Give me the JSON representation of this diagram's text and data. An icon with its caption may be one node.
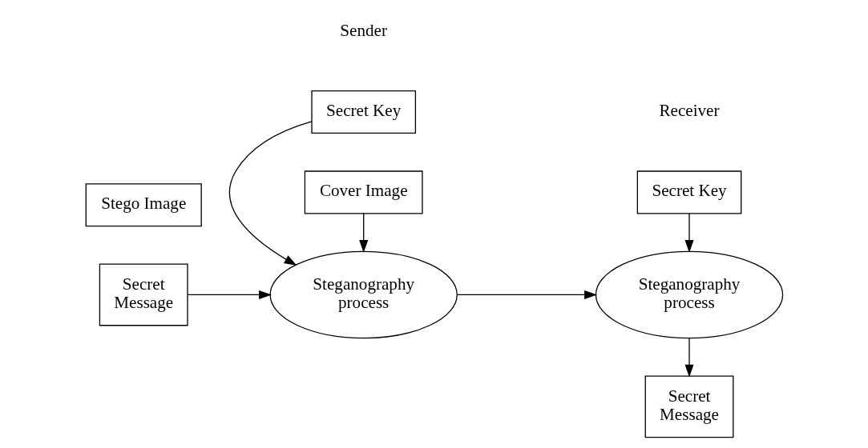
{
  "diagram": {
    "nodes": [
      {
        "text": [
          "Secret Key"
        ]
      },
      {
        "text": [
          "Secret Message"
        ]
      },
      {
        "text": [
          "Steganography process"
        ]
      },
      {
        "text": [
          "Cover Image"
        ]
      },
      {
        "text": [
          "Stego Image"
        ]
      },
      {
        "text": [
          "Secret Key"
        ]
      },
      {
        "text": [
          "Steganography process"
        ]
      },
      {
        "text": [
          "Secret Message"
        ]
      }
    ],
    "edges": [
      {
        "from": 0,
        "to": 2,
        "arrow": "to"
      },
      {
        "from": 1,
        "to": 2,
        "arrow": "to"
      },
      {
        "from": 3,
        "to": 2,
        "arrow": "to"
      },
      {
        "from": 2,
        "to": 6,
        "arrow": "to"
      },
      {
        "from": 5,
        "to": 6,
        "arrow": "to"
      },
      {
        "from": 6,
        "to": 7,
        "arrow": "to"
      }
    ],
    "labels": [
      "Sender",
      "Receiver"
    ]
  }
}
